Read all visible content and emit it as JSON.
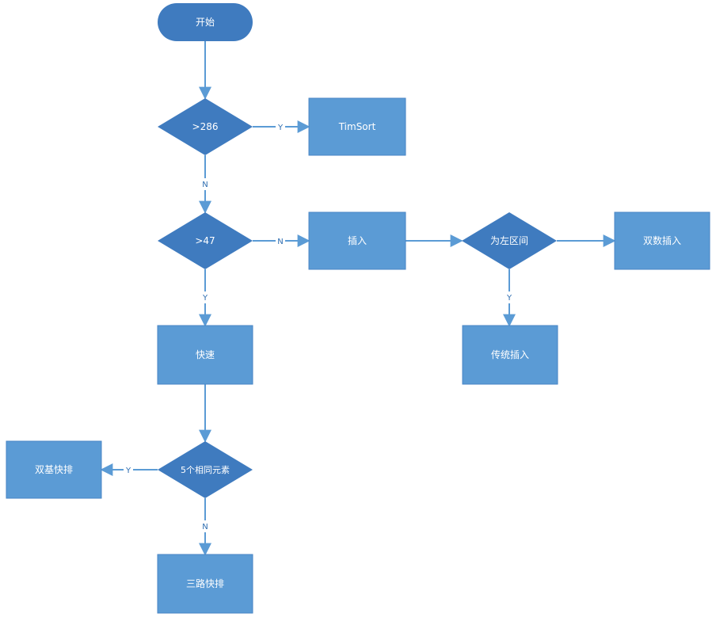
{
  "nodes": {
    "start": "开始",
    "cond_286": ">286",
    "timsort": "TimSort",
    "cond_47": ">47",
    "insertion": "插入",
    "left_interval": "为左区间",
    "pair_insertion": "双数插入",
    "traditional_insertion": "传统插入",
    "quick": "快速",
    "five_equal": "5个相同元素",
    "dual_pivot": "双基快排",
    "three_way": "三路快排"
  },
  "edges": {
    "cond_286_to_timsort": "Y",
    "cond_286_to_cond_47": "N",
    "cond_47_to_insertion": "N",
    "cond_47_to_quick": "Y",
    "left_interval_to_traditional": "Y",
    "five_equal_to_dual_pivot": "Y",
    "five_equal_to_three_way": "N"
  },
  "colors": {
    "rect_fill": "#5b9bd5",
    "diamond_fill": "#3f7bbf",
    "connector": "#5b9bd5"
  }
}
